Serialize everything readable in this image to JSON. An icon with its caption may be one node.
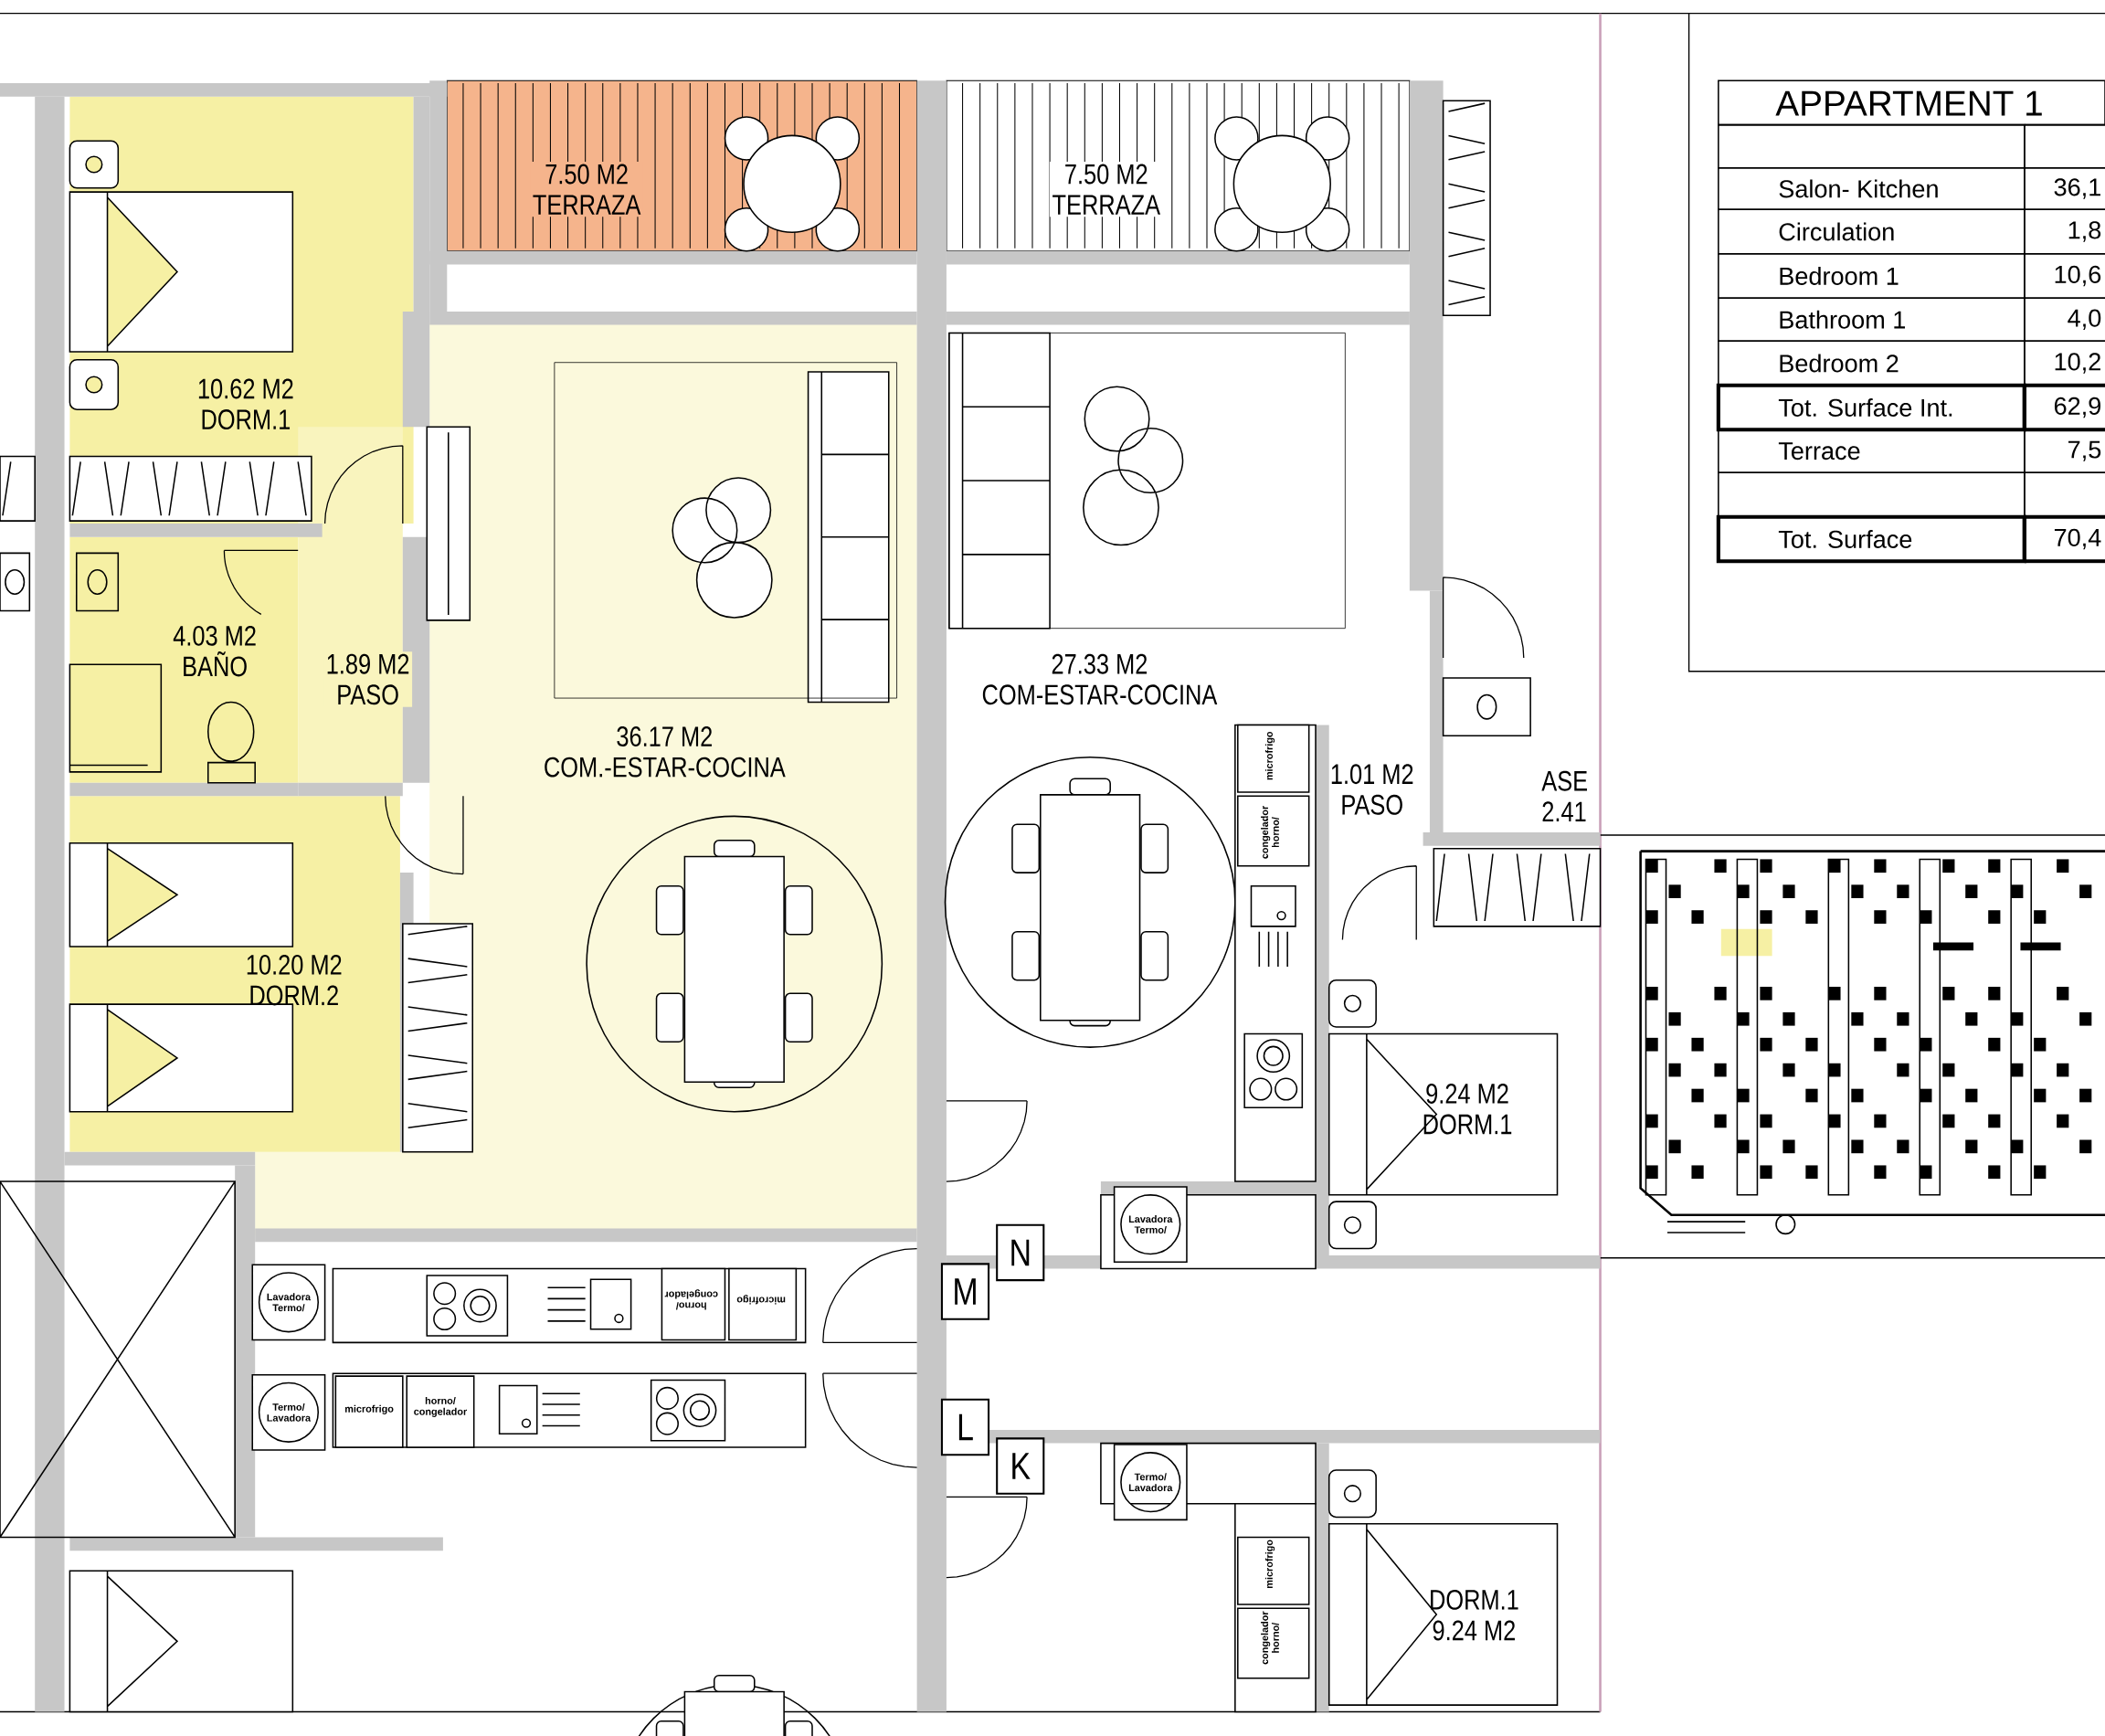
{
  "diagram": {
    "nodes": [
      {
        "text": [
          "10.62 M2",
          "DORM.1"
        ]
      },
      {
        "text": [
          "4.03 M2",
          "BAÑO"
        ]
      },
      {
        "text": [
          "1.89 M2",
          "PASO"
        ]
      },
      {
        "text": [
          "36.17 M2",
          "COM.-ESTAR-COCINA"
        ]
      },
      {
        "text": [
          "10.20 M2",
          "DORM.2"
        ]
      },
      {
        "text": [
          "7.50 M2",
          "TERRAZA"
        ]
      },
      {
        "text": [
          "7.50 M2",
          "TERRAZA"
        ]
      },
      {
        "text": [
          "27.33 M2",
          "COM-ESTAR-COCINA"
        ]
      },
      {
        "text": [
          "1.01 M2",
          "PASO"
        ]
      },
      {
        "text": [
          "ASE",
          "2.41"
        ]
      },
      {
        "text": [
          "9.24 M2",
          "DORM.1"
        ]
      },
      {
        "text": [
          "DORM.1",
          "9.24 M2"
        ]
      },
      {
        "text": [
          "N"
        ]
      },
      {
        "text": [
          "M"
        ]
      },
      {
        "text": [
          "L"
        ]
      },
      {
        "text": [
          "K"
        ]
      }
    ],
    "labels": [
      "APPARTMENT 1",
      "Salon- Kitchen",
      "36,1",
      "Circulation",
      "1,8",
      "Bedroom 1",
      "10,6",
      "Bathroom 1",
      "4,0",
      "Bedroom 2",
      "10,2",
      "Tot. Surface Int.",
      "62,9",
      "Terrace",
      "7,5",
      "Tot. Surface",
      "70,4",
      "microfrigo",
      "congelador horno/",
      "Lavadora Termo/",
      "Lavadora Termo/",
      "horno/ congelador",
      "microfrigo",
      "Termo/ Lavadora",
      "microfrigo",
      "horno/ congelador",
      "Termo/ Lavadora",
      "microfrigo",
      "congelador horno/"
    ]
  }
}
